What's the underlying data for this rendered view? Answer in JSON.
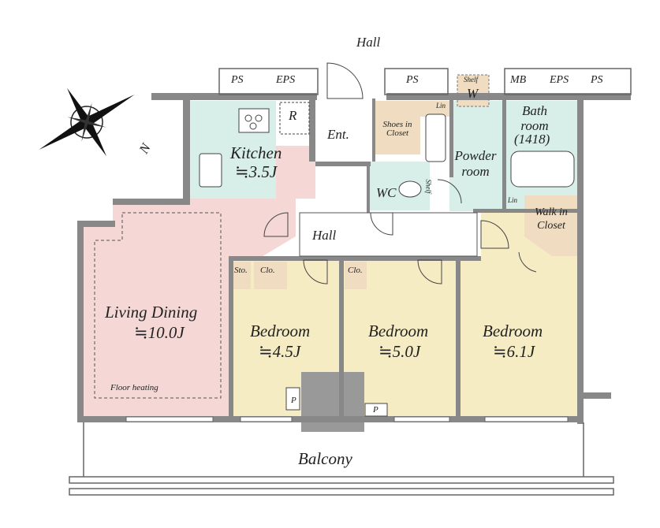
{
  "labels": {
    "hall_top": "Hall",
    "hall_center": "Hall",
    "ps_left": "PS",
    "eps_left": "EPS",
    "ps_mid": "PS",
    "shelf_top": "Shelf",
    "w": "W",
    "mb": "MB",
    "eps_right": "EPS",
    "ps_right": "PS",
    "kitchen": "Kitchen",
    "kitchen_size": "≒3.5J",
    "r": "R",
    "ent": "Ent.",
    "shoes_closet": "Shoes in Closet",
    "lin_top": "Lin",
    "powder_room": "Powder room",
    "bath_room": "Bath room",
    "bath_size": "(1418)",
    "wc": "WC",
    "shelf_wc": "Shelf",
    "lin_side": "Lin",
    "walk_in_closet": "Walk in Closet",
    "living_dining": "Living Dining",
    "living_size": "≒10.0J",
    "floor_heating": "Floor heating",
    "sto": "Sto.",
    "clo_left": "Clo.",
    "clo_mid": "Clo.",
    "bedroom1": "Bedroom",
    "bedroom1_size": "≒4.5J",
    "bedroom2": "Bedroom",
    "bedroom2_size": "≒5.0J",
    "bedroom3": "Bedroom",
    "bedroom3_size": "≒6.1J",
    "p_left": "P",
    "p_right": "P",
    "balcony": "Balcony",
    "north": "N"
  },
  "colors": {
    "living": "#f5d8d6",
    "kitchen": "#f5d8d6",
    "bedroom": "#f6ecc4",
    "wet": "#d7eee9",
    "closet": "#efdcc1",
    "wall": "#888888",
    "column": "#999999"
  }
}
